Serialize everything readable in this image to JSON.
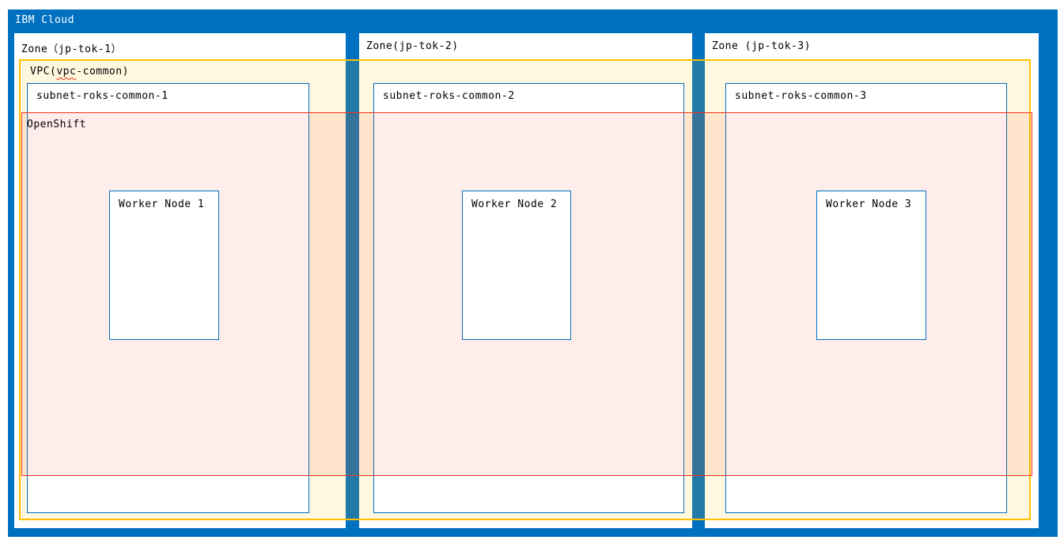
{
  "diagram": {
    "provider_label": "IBM Cloud",
    "vpc": {
      "full_label": "VPC(vpc-common)",
      "prefix": "VPC(",
      "squiggled": "vpc",
      "suffix": "-common)"
    },
    "openshift_label": "OpenShift",
    "zones": [
      {
        "label": "Zone（jp-tok-1）",
        "subnet_label": "subnet-roks-common-1",
        "worker_label": "Worker Node 1"
      },
      {
        "label": "Zone(jp-tok-2)",
        "subnet_label": "subnet-roks-common-2",
        "worker_label": "Worker Node 2"
      },
      {
        "label": "Zone (jp-tok-3)",
        "subnet_label": "subnet-roks-common-3",
        "worker_label": "Worker Node 3"
      }
    ],
    "colors": {
      "ibm_blue": "#0070C0",
      "vpc_border": "#FFC000",
      "vpc_fill": "rgba(255,192,0,0.13)",
      "openshift_border": "#FF3018",
      "openshift_fill": "rgba(255,48,24,0.085)",
      "box_border_blue": "#0070C0",
      "squiggle_red": "#E8301C"
    }
  }
}
